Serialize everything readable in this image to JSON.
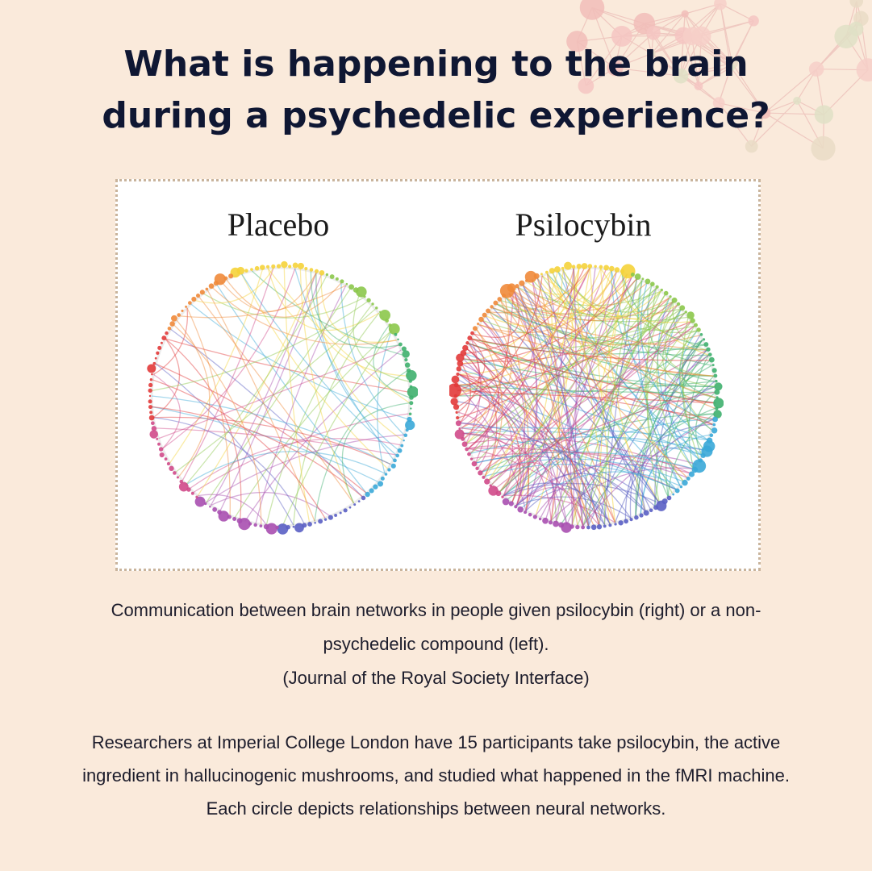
{
  "title": {
    "line1": "What is happening to the brain",
    "line2": "during a psychedelic experience?"
  },
  "figure": {
    "left_label": "Placebo",
    "right_label": "Psilocybin",
    "ring_colors": [
      "#e23a3a",
      "#f08a3a",
      "#f5d33a",
      "#8cc84b",
      "#3fb06e",
      "#3aa9d8",
      "#5a5fc4",
      "#a84fb0",
      "#d04a8a"
    ]
  },
  "caption": {
    "line1": "Communication between brain networks in people given psilocybin (right) or a non-",
    "line2": "psychedelic compound (left).",
    "source": "(Journal of the Royal Society Interface)"
  },
  "body": {
    "line1": "Researchers at Imperial College London have 15 participants take psilocybin, the active",
    "line2": "ingredient in hallucinogenic mushrooms, and studied what happened in the fMRI machine.",
    "line3": "Each circle depicts relationships between neural networks."
  }
}
